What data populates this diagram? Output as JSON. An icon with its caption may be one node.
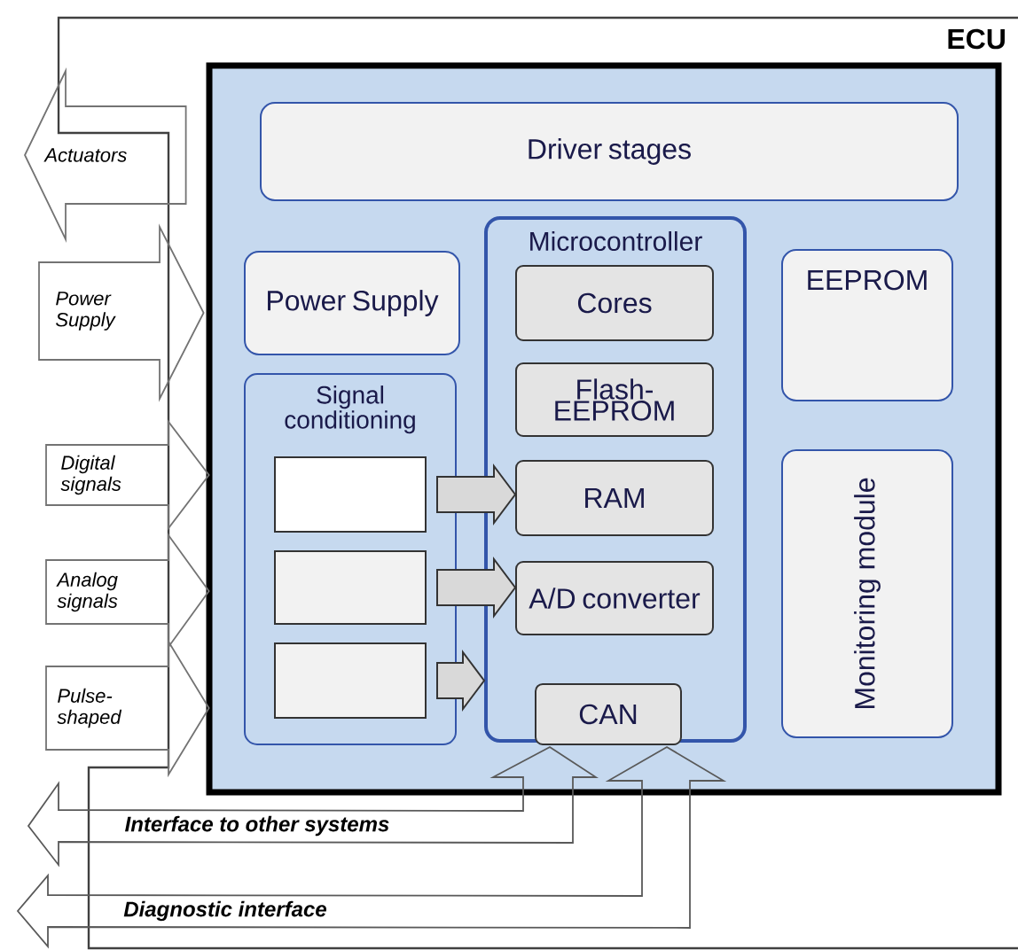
{
  "diagram": {
    "nodes": [
      {
        "text": [
          "ECU"
        ]
      },
      {
        "text": [
          "Driver stages"
        ],
        "in": 0
      },
      {
        "text": [
          "Power Supply"
        ],
        "in": 0
      },
      {
        "text": [
          "Signal conditioning"
        ],
        "in": 0
      },
      {
        "text": [],
        "shape": "box",
        "in": 3
      },
      {
        "text": [],
        "shape": "box",
        "in": 3
      },
      {
        "text": [],
        "shape": "box",
        "in": 3
      },
      {
        "text": [
          "Microcontroller"
        ],
        "in": 0
      },
      {
        "text": [
          "Cores"
        ],
        "in": 7
      },
      {
        "text": [
          "Flash-EEPROM"
        ],
        "in": 7
      },
      {
        "text": [
          "RAM"
        ],
        "in": 7
      },
      {
        "text": [
          "A/D converter"
        ],
        "in": 7
      },
      {
        "text": [
          "CAN"
        ],
        "in": 7
      },
      {
        "text": [
          "EEPROM"
        ],
        "in": 0
      },
      {
        "text": [
          "Monitoring module"
        ],
        "in": 0
      }
    ],
    "edges": [
      {
        "from": 4,
        "to": 10,
        "arrow": "to"
      },
      {
        "from": 5,
        "to": 11,
        "arrow": "to"
      },
      {
        "from": 6,
        "to": 7,
        "arrow": "to"
      },
      {
        "from": 12,
        "to": null,
        "arrow": "both",
        "label": "Interface to other systems"
      },
      {
        "from": 12,
        "to": null,
        "arrow": "both",
        "label": "Diagnostic interface"
      },
      {
        "from": 0,
        "to": null,
        "arrow": "to",
        "label": "Actuators"
      },
      {
        "from": null,
        "to": 0,
        "arrow": "to",
        "label": "Power Supply"
      },
      {
        "from": null,
        "to": 0,
        "arrow": "to",
        "label": "Digital signals"
      },
      {
        "from": null,
        "to": 0,
        "arrow": "to",
        "label": "Analog signals"
      },
      {
        "from": null,
        "to": 0,
        "arrow": "to",
        "label": "Pulse-shaped"
      }
    ]
  }
}
